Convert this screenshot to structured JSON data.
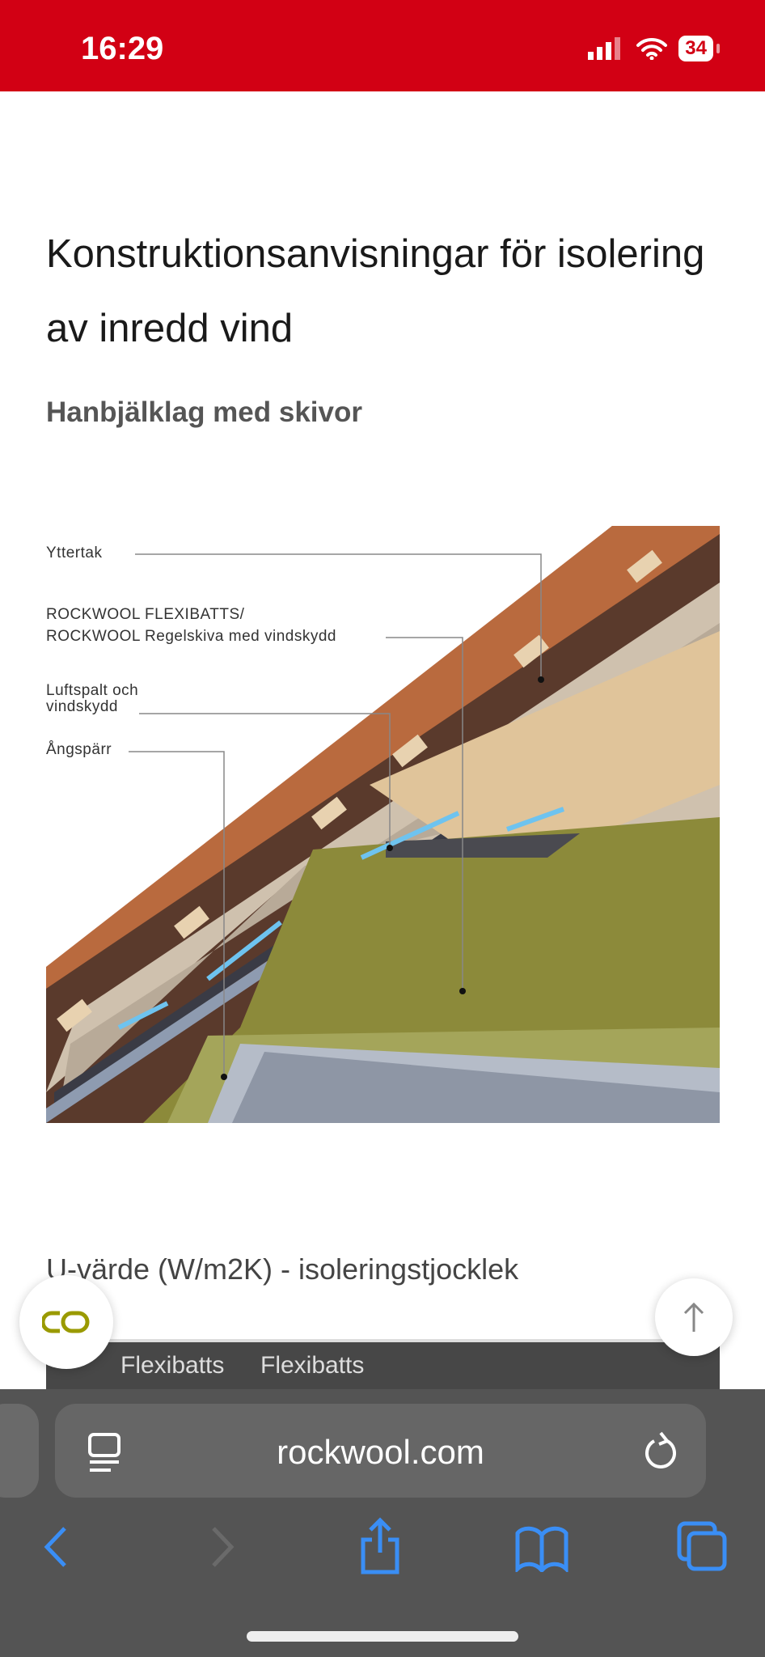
{
  "status_bar": {
    "time": "16:29",
    "battery": "34"
  },
  "page": {
    "title": "Konstruktionsanvisningar för isolering av inredd vind",
    "subtitle": "Hanbjälklag med skivor",
    "diagram_labels": [
      "Yttertak",
      "ROCKWOOL FLEXIBATTS/",
      "ROCKWOOL Regelskiva med vindskydd",
      "Luftspalt och",
      "vindskydd",
      "Ångspärr"
    ],
    "section_heading": "U-värde (W/m2K) - isoleringstjocklek",
    "table_headers": [
      "Flexibatts",
      "Flexibatts"
    ]
  },
  "browser": {
    "url": "rockwool.com"
  },
  "colors": {
    "brand": "#d20014",
    "accent": "#3a8ef5",
    "logo": "#9a9a00"
  }
}
